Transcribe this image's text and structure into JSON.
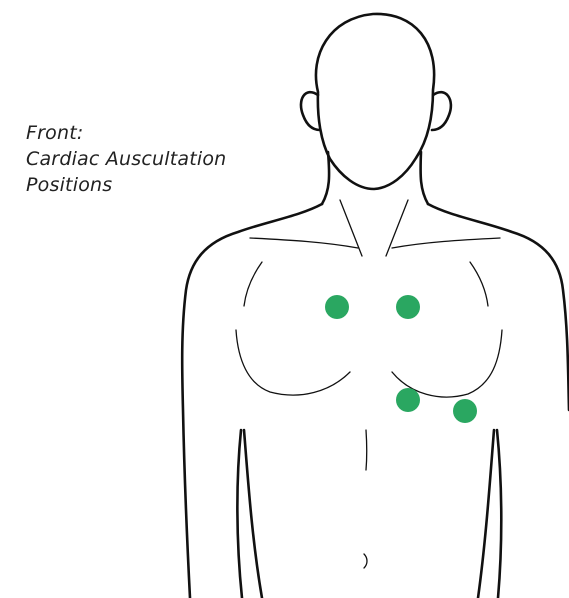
{
  "caption": {
    "line1": "Front:",
    "line2": "Cardiac Auscultation",
    "line3": "Positions"
  },
  "colors": {
    "marker": "#2aa761",
    "outline": "#111111",
    "background": "#ffffff"
  },
  "markers": [
    {
      "name": "aortic-area-marker"
    },
    {
      "name": "pulmonic-area-marker"
    },
    {
      "name": "tricuspid-area-marker"
    },
    {
      "name": "mitral-area-marker"
    }
  ]
}
